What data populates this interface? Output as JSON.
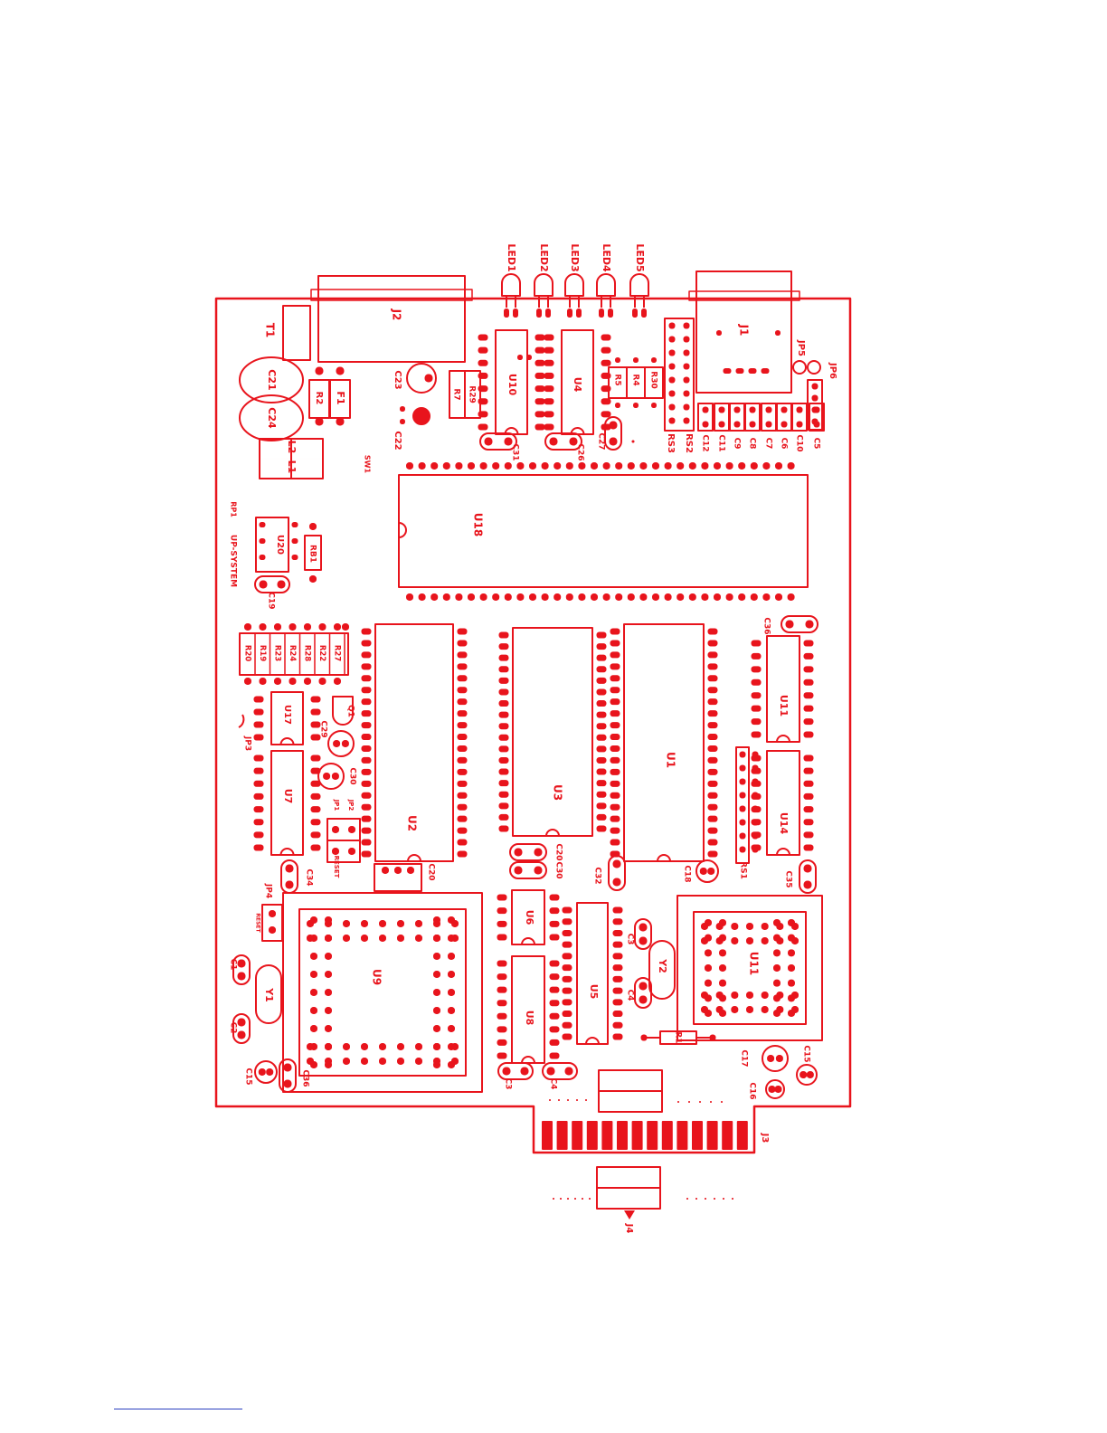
{
  "colors": {
    "ink": "#e8141c",
    "background": "#ffffff",
    "footer_rule": "#2a3fbf"
  },
  "labels": {
    "T1": "T1",
    "J2": "J2",
    "LED1": "LED1",
    "LED2": "LED2",
    "LED3": "LED3",
    "LED4": "LED4",
    "LED5": "LED5",
    "J1": "J1",
    "JP5": "JP5",
    "JP6": "JP6",
    "C21": "C21",
    "C24": "C24",
    "C23": "C23",
    "C22": "C22",
    "F1": "F1",
    "R2": "R2",
    "L1": "L1",
    "L2": "L2",
    "U10": "U10",
    "U4": "U4",
    "R7": "R7",
    "R29": "R29",
    "R5": "R5",
    "R4": "R4",
    "R30": "R30",
    "RS3": "RS3",
    "RS2": "RS2",
    "SW": "SW1",
    "U18": "U18",
    "U20": "U20",
    "RB1": "RB1",
    "RP1": "RP1",
    "UP": "UP-SYSTEM",
    "U17": "U17",
    "U7": "U7",
    "U2": "U2",
    "U3": "U3",
    "U1": "U1",
    "U5": "U5",
    "U14": "U14",
    "RS1": "RS1",
    "Q1": "Q1",
    "C20": "C20",
    "C30": "C30",
    "C34": "C34",
    "JP4": "JP4",
    "C29": "C29",
    "C35": "C35",
    "C18": "C18",
    "C32": "C32",
    "U9": "U9",
    "U6": "U6",
    "U8": "U8",
    "U11": "U11",
    "Y1": "Y1",
    "Y2": "Y2",
    "C1": "C1",
    "C2": "C2",
    "C3": "C3",
    "C4": "C4",
    "R1": "R1",
    "C15": "C15",
    "C16": "C16",
    "C17": "C17",
    "C19": "C19",
    "C36": "C36",
    "C26": "C26",
    "C27": "C27",
    "C31": "C31",
    "RESET": "RESET",
    "JP1": "JP1",
    "JP2": "JP2",
    "JP3": "JP3",
    "edge": "J3",
    "bottom": "J4"
  }
}
